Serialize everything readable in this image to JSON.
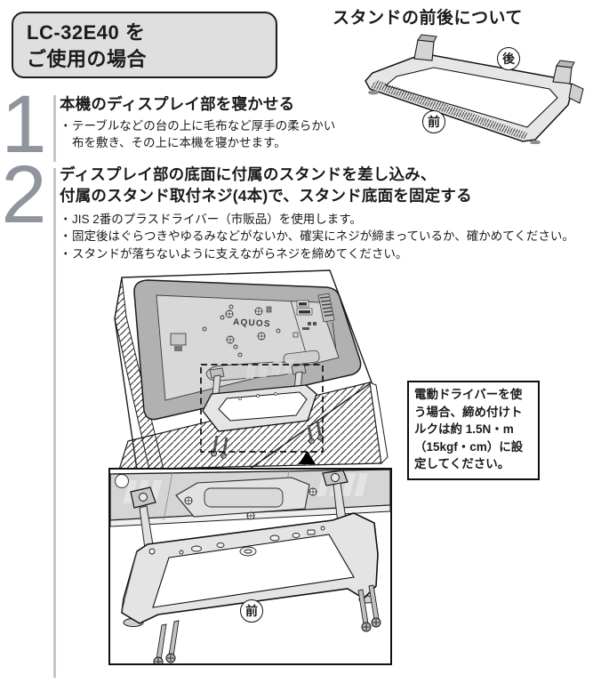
{
  "header": {
    "model_label": "LC-32E40 を\nご使用の場合"
  },
  "stand_guide": {
    "title": "スタンドの前後について",
    "back_label": "後",
    "front_label": "前"
  },
  "steps": [
    {
      "number": "1",
      "heading": "本機のディスプレイ部を寝かせる",
      "bullets": [
        "テーブルなどの台の上に毛布など厚手の柔らかい\n布を敷き、その上に本機を寝かせます。"
      ]
    },
    {
      "number": "2",
      "heading": "ディスプレイ部の底面に付属のスタンドを差し込み、\n付属のスタンド取付ネジ(4本)で、スタンド底面を固定する",
      "bullets": [
        "JIS 2番のプラスドライバー（市販品）を使用します。",
        "固定後はぐらつきやゆるみなどがないか、確実にネジが締まっているか、確かめてください。",
        "スタンドが落ちないように支えながらネジを締めてください。"
      ]
    }
  ],
  "glyphs": {
    "bullet": "・"
  },
  "main_illustration": {
    "tv_brand": "AQUOS",
    "front_label": "前"
  },
  "torque_note": {
    "text": "電動ドライバーを使\nう場合、締め付けト\nルクは約 1.5N・m\n（15kgf・cm）に設\n定してください。"
  },
  "colors": {
    "step_number_gray": "#8f949d",
    "divider_gray": "#c6c6c6",
    "header_box_bg": "#dfdfdf",
    "tv_bezel_gray": "#b1b1b1",
    "tv_panel_gray": "#d8d8d8",
    "text_black": "#1a1a1a"
  }
}
